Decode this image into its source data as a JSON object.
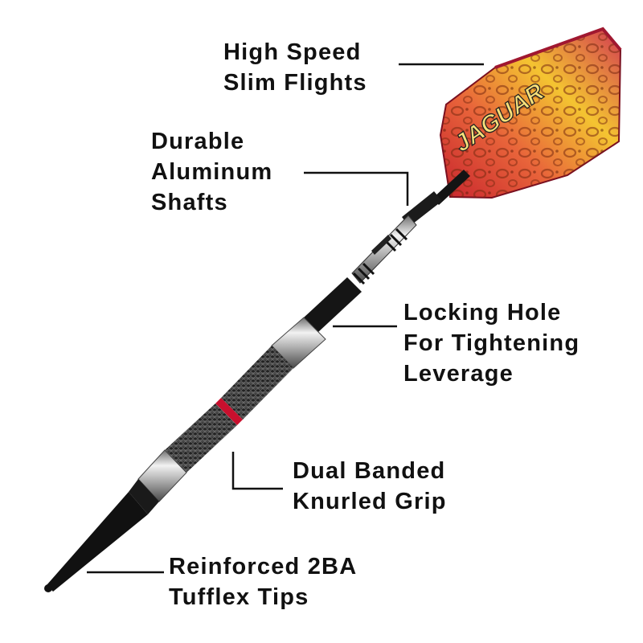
{
  "callouts": {
    "flights": {
      "lines": [
        "High Speed",
        "Slim Flights"
      ]
    },
    "shafts": {
      "lines": [
        "Durable",
        "Aluminum",
        "Shafts"
      ]
    },
    "locking": {
      "lines": [
        "Locking Hole",
        "For Tightening",
        "Leverage"
      ]
    },
    "grip": {
      "lines": [
        "Dual Banded",
        "Knurled Grip"
      ]
    },
    "tips": {
      "lines": [
        "Reinforced 2BA",
        "Tufflex Tips"
      ]
    }
  },
  "flight_print": {
    "word": "JAGUAR"
  },
  "colors": {
    "text": "#111111",
    "leader": "#111111",
    "barrel_knurl": "#2a2a2a",
    "band": "#c8102e",
    "flight_red": "#c8242e",
    "flight_yellow": "#f4c431"
  }
}
